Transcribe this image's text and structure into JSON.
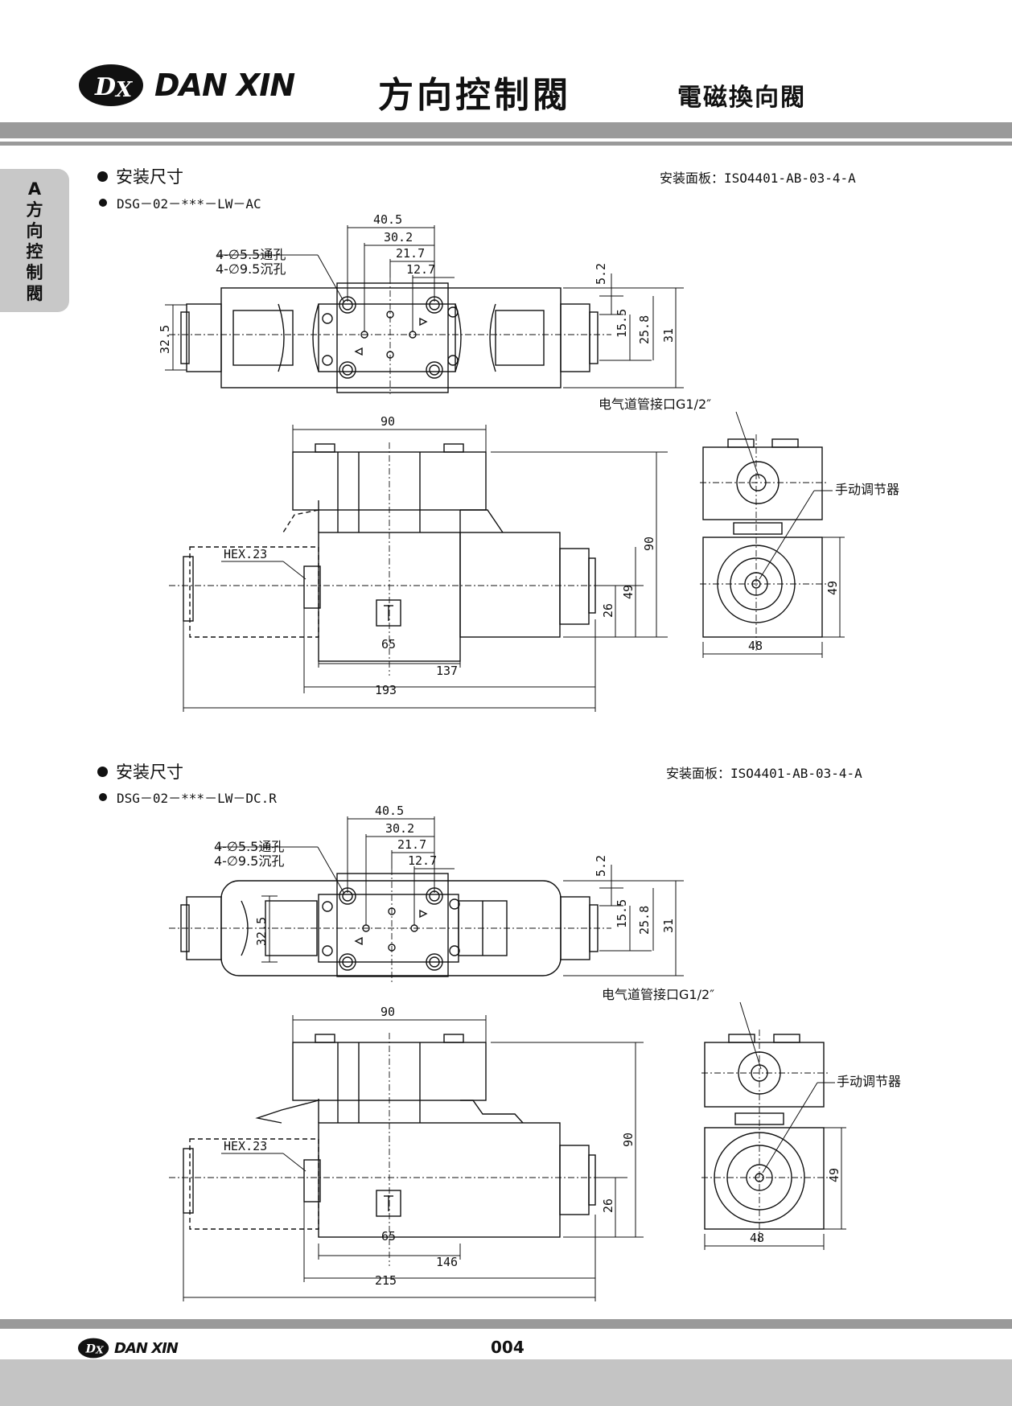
{
  "brand": {
    "logo_letters": "DX",
    "name": "DAN XIN"
  },
  "header": {
    "title": "方向控制閥",
    "subtitle": "電磁換向閥"
  },
  "side_tab": {
    "chars": [
      "A",
      "方",
      "向",
      "控",
      "制",
      "閥"
    ]
  },
  "sections": [
    {
      "heading": "安装尺寸",
      "model": "DSG－02－***－LW－AC",
      "plate": "安装面板：ISO4401-AB-03-4-A",
      "top_view": {
        "dims": [
          "40.5",
          "30.2",
          "21.7",
          "12.7",
          "5.2",
          "15.5",
          "25.8",
          "31",
          "32.5"
        ],
        "hole_note_1": "4-∅5.5通孔",
        "hole_note_2": "4-∅9.5沉孔"
      },
      "front_view": {
        "dims": [
          "90",
          "90",
          "49",
          "26",
          "65",
          "137",
          "193"
        ],
        "hex": "HEX.23"
      },
      "side_view": {
        "port_label": "电气道管接口G1/2″",
        "manual_label": "手动调节器",
        "dims": [
          "49",
          "48"
        ]
      }
    },
    {
      "heading": "安装尺寸",
      "model": "DSG－02－***－LW－DC.R",
      "plate": "安装面板：ISO4401-AB-03-4-A",
      "top_view": {
        "dims": [
          "40.5",
          "30.2",
          "21.7",
          "12.7",
          "5.2",
          "15.5",
          "25.8",
          "31",
          "32.5"
        ],
        "hole_note_1": "4-∅5.5通孔",
        "hole_note_2": "4-∅9.5沉孔"
      },
      "front_view": {
        "dims": [
          "90",
          "90",
          "26",
          "65",
          "146",
          "215"
        ],
        "hex": "HEX.23"
      },
      "side_view": {
        "port_label": "电气道管接口G1/2″",
        "manual_label": "手动调节器",
        "dims": [
          "49",
          "48"
        ]
      }
    }
  ],
  "footer": {
    "brand": "DAN XIN",
    "page": "004"
  }
}
